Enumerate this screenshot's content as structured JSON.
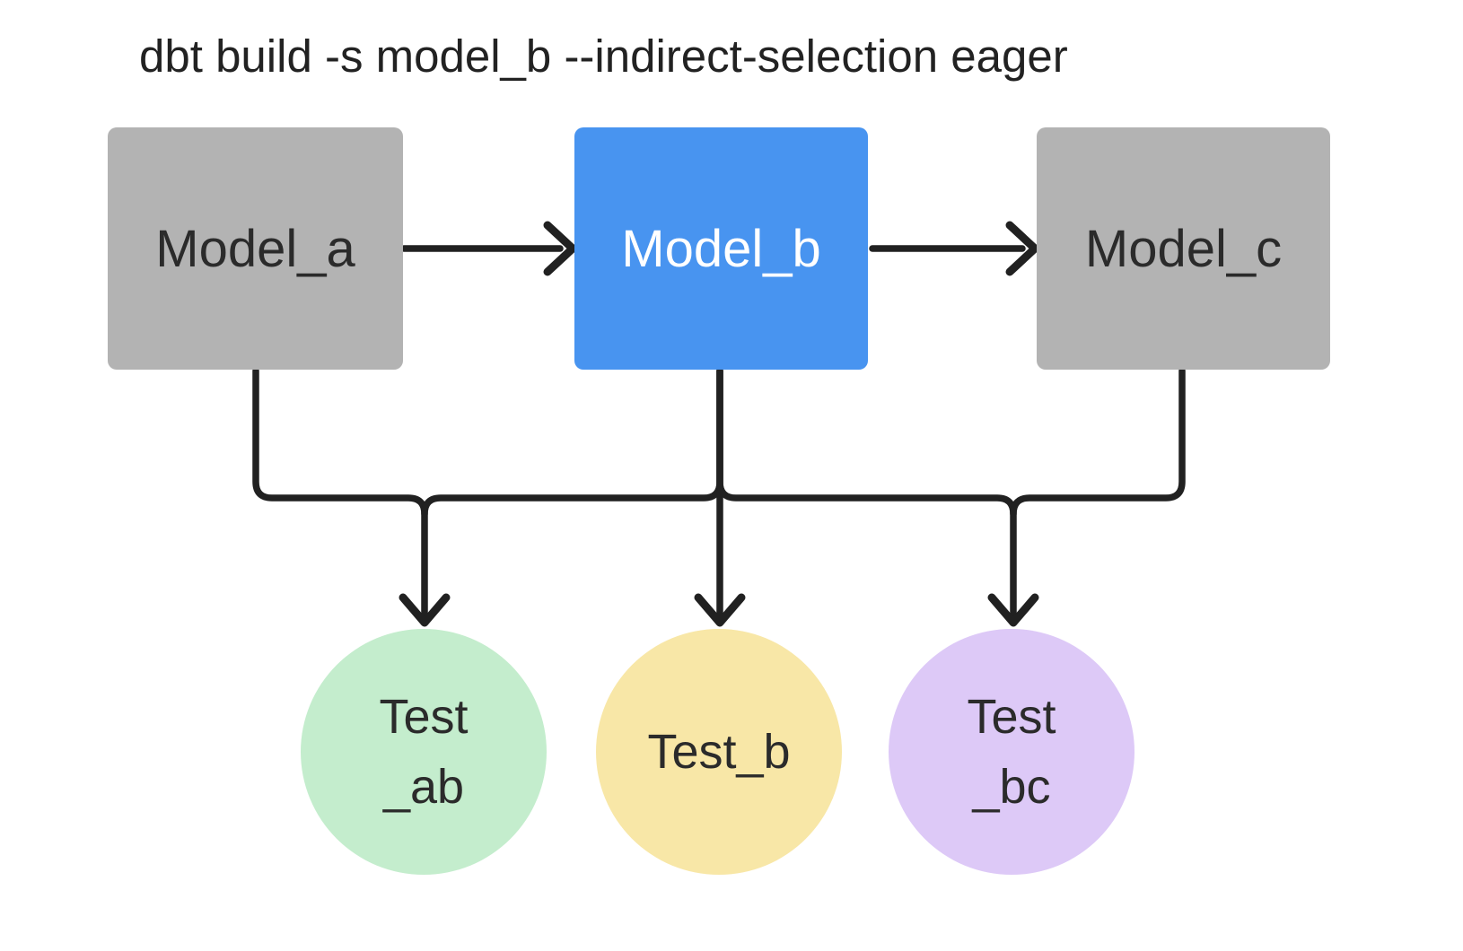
{
  "title": "dbt build -s model_b --indirect-selection eager",
  "colors": {
    "background": "#ffffff",
    "edge": "#212121",
    "model_default_fill": "#b3b3b3",
    "model_selected_fill": "#4894f0",
    "dark_text": "#2b2b2b",
    "light_text": "#ffffff"
  },
  "nodes": {
    "model_a": {
      "label": "Model_a",
      "fill": "#b3b3b3",
      "text": "#2b2b2b",
      "shape": "rect"
    },
    "model_b": {
      "label": "Model_b",
      "fill": "#4894f0",
      "text": "#ffffff",
      "shape": "rect"
    },
    "model_c": {
      "label": "Model_c",
      "fill": "#b3b3b3",
      "text": "#2b2b2b",
      "shape": "rect"
    },
    "test_ab": {
      "line1": "Test",
      "line2": "_ab",
      "fill": "#c4edcd",
      "text": "#2b2b2b",
      "shape": "circle"
    },
    "test_b": {
      "label": "Test_b",
      "fill": "#f8e7a7",
      "text": "#2b2b2b",
      "shape": "circle"
    },
    "test_bc": {
      "line1": "Test",
      "line2": "_bc",
      "fill": "#ddc9f7",
      "text": "#2b2b2b",
      "shape": "circle"
    }
  },
  "edges": [
    {
      "from": "model_a",
      "to": "model_b"
    },
    {
      "from": "model_b",
      "to": "model_c"
    },
    {
      "from": "model_a",
      "to": "test_ab"
    },
    {
      "from": "model_b",
      "to": "test_ab"
    },
    {
      "from": "model_b",
      "to": "test_b"
    },
    {
      "from": "model_b",
      "to": "test_bc"
    },
    {
      "from": "model_c",
      "to": "test_bc"
    }
  ]
}
